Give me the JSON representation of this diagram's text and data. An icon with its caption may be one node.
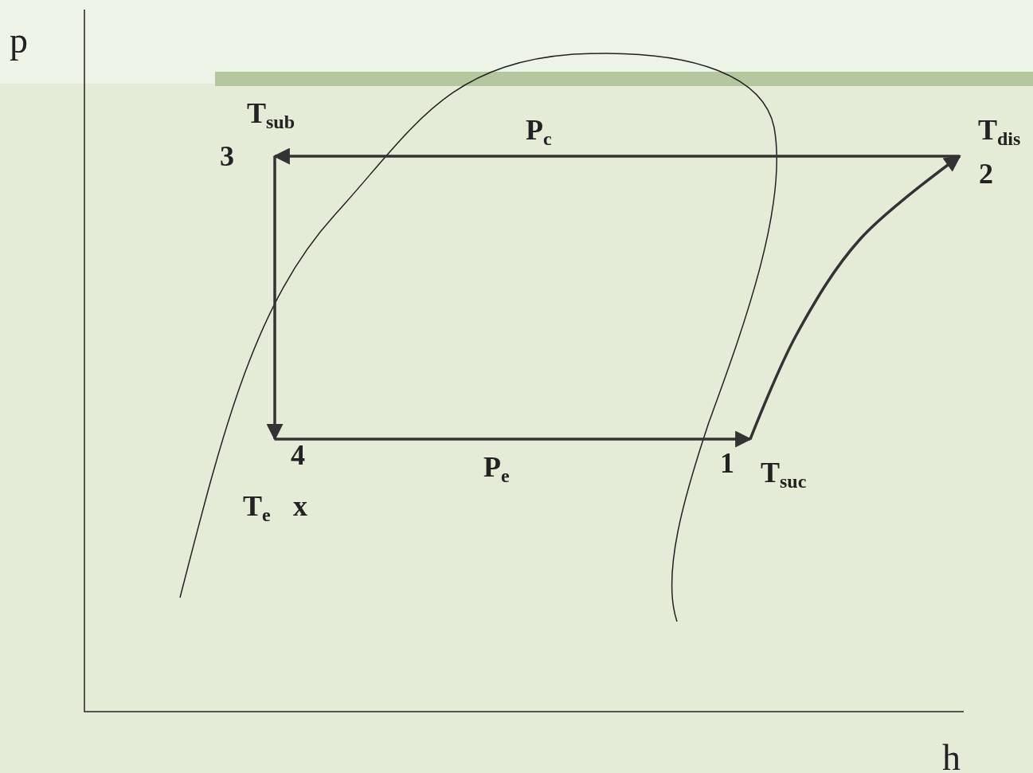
{
  "diagram": {
    "nodes": [
      {
        "text": [
          "1"
        ],
        "beside": [
          "T$_{suc}$"
        ]
      },
      {
        "text": [
          "2"
        ],
        "beside": [
          "T$_{dis}$"
        ]
      },
      {
        "text": [
          "3"
        ],
        "beside": [
          "T$_{sub}$"
        ]
      },
      {
        "text": [
          "4"
        ],
        "beside": [
          "T$_{e}$",
          "x"
        ]
      }
    ],
    "edges": [
      {
        "from": 3,
        "to": 0,
        "arrow": "to",
        "label": "P$_{e}$"
      },
      {
        "from": 0,
        "to": 1,
        "arrow": "to"
      },
      {
        "from": 1,
        "to": 2,
        "arrow": "to",
        "label": "P$_{c}$"
      },
      {
        "from": 2,
        "to": 3,
        "arrow": "to"
      }
    ],
    "labels": [
      "p",
      "h"
    ]
  }
}
